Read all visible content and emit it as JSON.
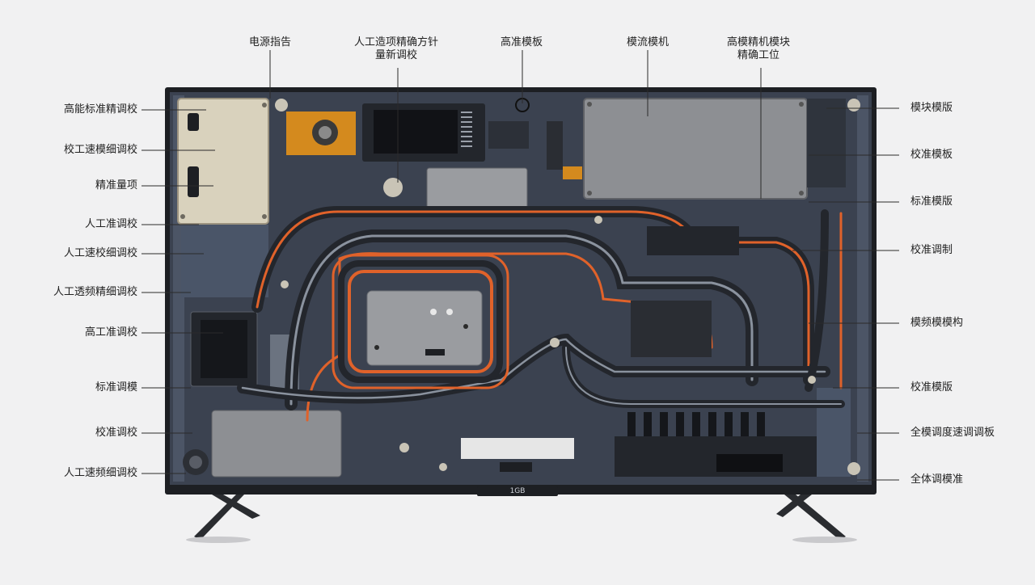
{
  "tv": {
    "bezel_badge": "1GB",
    "colors": {
      "frame": "#1d1f23",
      "board": "#3b4250",
      "panel": "#4a5568",
      "cable_orange": "#e0622a",
      "cable_gray": "#8a929e",
      "cable_dark": "#23262c",
      "module": "#8d8f93",
      "beige": "#d9d2bd",
      "amber": "#d48a1e"
    }
  },
  "labels": {
    "top": [
      {
        "text": "电源指告"
      },
      {
        "text": "人工造项精确方针\n量新调校"
      },
      {
        "text": "高准模板"
      },
      {
        "text": "模流模机"
      },
      {
        "text": "高模精机模块\n精确工位"
      }
    ],
    "left": [
      {
        "text": "高能标准精调校"
      },
      {
        "text": "校工速模细调校"
      },
      {
        "text": "精准量项"
      },
      {
        "text": "人工准调校"
      },
      {
        "text": "人工速校细调校"
      },
      {
        "text": "人工透频精细调校"
      },
      {
        "text": "高工准调校"
      },
      {
        "text": "标准调模"
      },
      {
        "text": "校准调校"
      },
      {
        "text": "人工速频细调校"
      }
    ],
    "right": [
      {
        "text": "模块模版"
      },
      {
        "text": "校准模板"
      },
      {
        "text": "标准模版"
      },
      {
        "text": "校准调制"
      },
      {
        "text": "模频模模构"
      },
      {
        "text": "校准模版"
      },
      {
        "text": "全模调度速调调板"
      },
      {
        "text": "全体调模准"
      }
    ]
  }
}
